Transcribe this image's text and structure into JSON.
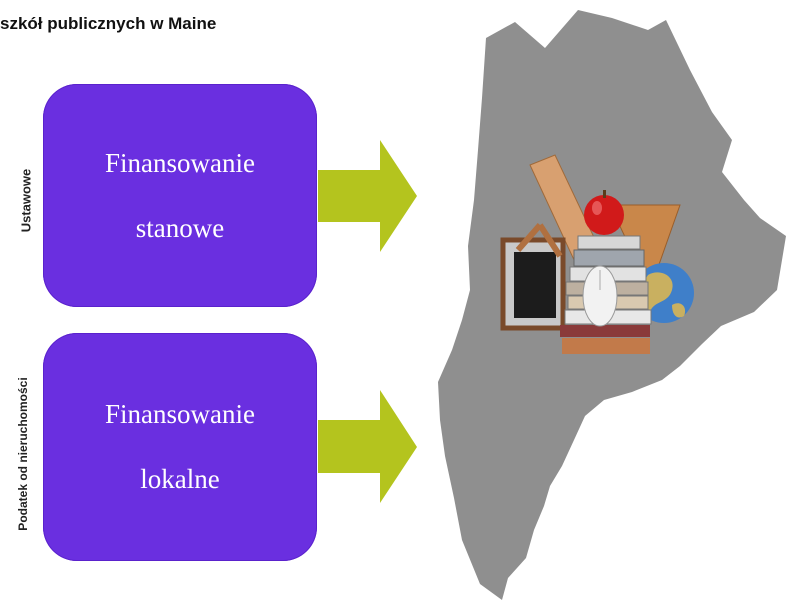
{
  "title": "szkół publicznych w Maine",
  "state_box": {
    "line1": "Finansowanie",
    "line2": "stanowe"
  },
  "local_box": {
    "line1": "Finansowanie",
    "line2": "lokalne"
  },
  "side_labels": {
    "top": "Ustawowe",
    "bottom": "Podatek od nieruchomości"
  },
  "colors": {
    "box": "#6a2fe0",
    "arrow": "#b4c41e",
    "map": "#8f8f8f"
  },
  "icons": {
    "map": "maine-map-icon",
    "school": "school-supplies-icon"
  }
}
